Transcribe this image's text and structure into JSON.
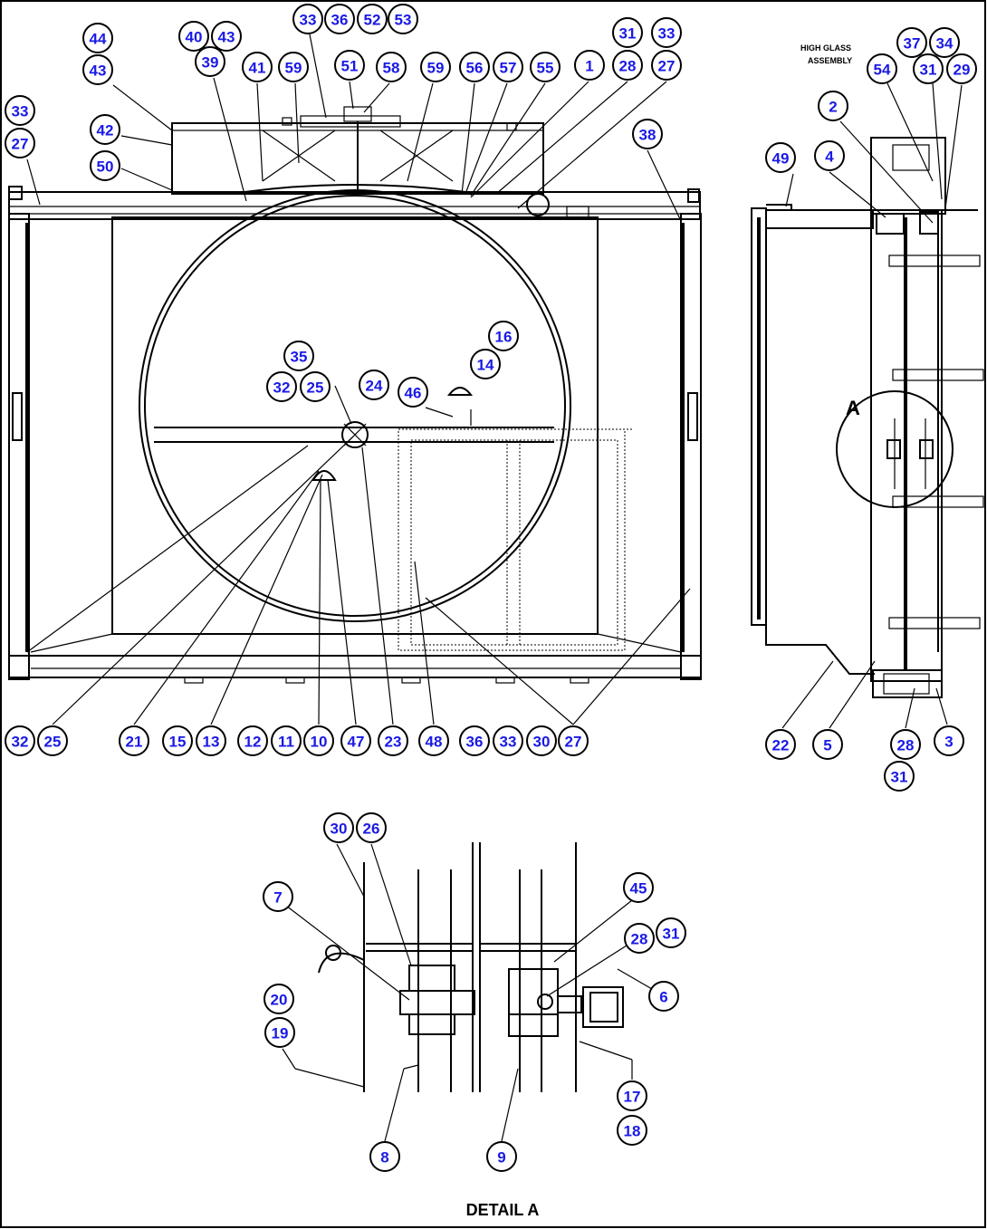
{
  "texts": {
    "detail_title": "DETAIL A",
    "detail_marker": "A",
    "assembly_note_1": "HIGH GLASS",
    "assembly_note_2": "ASSEMBLY"
  },
  "callouts": [
    [
      "44",
      108,
      42
    ],
    [
      "43",
      108,
      77
    ],
    [
      "40",
      214,
      40
    ],
    [
      "43",
      250,
      40
    ],
    [
      "39",
      232,
      68
    ],
    [
      "41",
      284,
      74
    ],
    [
      "59",
      324,
      74
    ],
    [
      "33",
      340,
      21
    ],
    [
      "36",
      375,
      21
    ],
    [
      "52",
      411,
      21
    ],
    [
      "53",
      445,
      21
    ],
    [
      "51",
      386,
      72
    ],
    [
      "58",
      432,
      74
    ],
    [
      "59",
      481,
      74
    ],
    [
      "56",
      524,
      74
    ],
    [
      "57",
      561,
      74
    ],
    [
      "55",
      602,
      74
    ],
    [
      "1",
      651,
      72
    ],
    [
      "31",
      693,
      36
    ],
    [
      "33",
      736,
      36
    ],
    [
      "28",
      693,
      72
    ],
    [
      "27",
      736,
      72
    ],
    [
      "33",
      22,
      122
    ],
    [
      "27",
      22,
      158
    ],
    [
      "42",
      116,
      143
    ],
    [
      "50",
      116,
      183
    ],
    [
      "38",
      715,
      148
    ],
    [
      "35",
      330,
      393
    ],
    [
      "32",
      311,
      427
    ],
    [
      "25",
      348,
      427
    ],
    [
      "24",
      413,
      425
    ],
    [
      "16",
      556,
      371
    ],
    [
      "14",
      536,
      402
    ],
    [
      "46",
      456,
      433
    ],
    [
      "32",
      22,
      818
    ],
    [
      "25",
      58,
      818
    ],
    [
      "21",
      148,
      818
    ],
    [
      "15",
      196,
      818
    ],
    [
      "13",
      233,
      818
    ],
    [
      "12",
      279,
      818
    ],
    [
      "11",
      316,
      818
    ],
    [
      "10",
      352,
      818
    ],
    [
      "47",
      393,
      818
    ],
    [
      "23",
      434,
      818
    ],
    [
      "48",
      479,
      818
    ],
    [
      "36",
      524,
      818
    ],
    [
      "33",
      561,
      818
    ],
    [
      "30",
      598,
      818
    ],
    [
      "27",
      633,
      818
    ],
    [
      "37",
      1007,
      47
    ],
    [
      "34",
      1043,
      47
    ],
    [
      "54",
      974,
      76
    ],
    [
      "31",
      1025,
      76
    ],
    [
      "29",
      1062,
      76
    ],
    [
      "2",
      920,
      117
    ],
    [
      "49",
      862,
      174
    ],
    [
      "4",
      916,
      172
    ],
    [
      "22",
      862,
      822
    ],
    [
      "5",
      914,
      822
    ],
    [
      "28",
      1000,
      822
    ],
    [
      "31",
      993,
      857
    ],
    [
      "3",
      1048,
      818
    ],
    [
      "30",
      374,
      914
    ],
    [
      "26",
      410,
      914
    ],
    [
      "7",
      307,
      990
    ],
    [
      "45",
      705,
      980
    ],
    [
      "28",
      706,
      1036
    ],
    [
      "31",
      741,
      1030
    ],
    [
      "6",
      733,
      1100
    ],
    [
      "20",
      308,
      1103
    ],
    [
      "19",
      309,
      1140
    ],
    [
      "17",
      698,
      1210
    ],
    [
      "18",
      698,
      1248
    ],
    [
      "8",
      425,
      1277
    ],
    [
      "9",
      554,
      1277
    ]
  ]
}
